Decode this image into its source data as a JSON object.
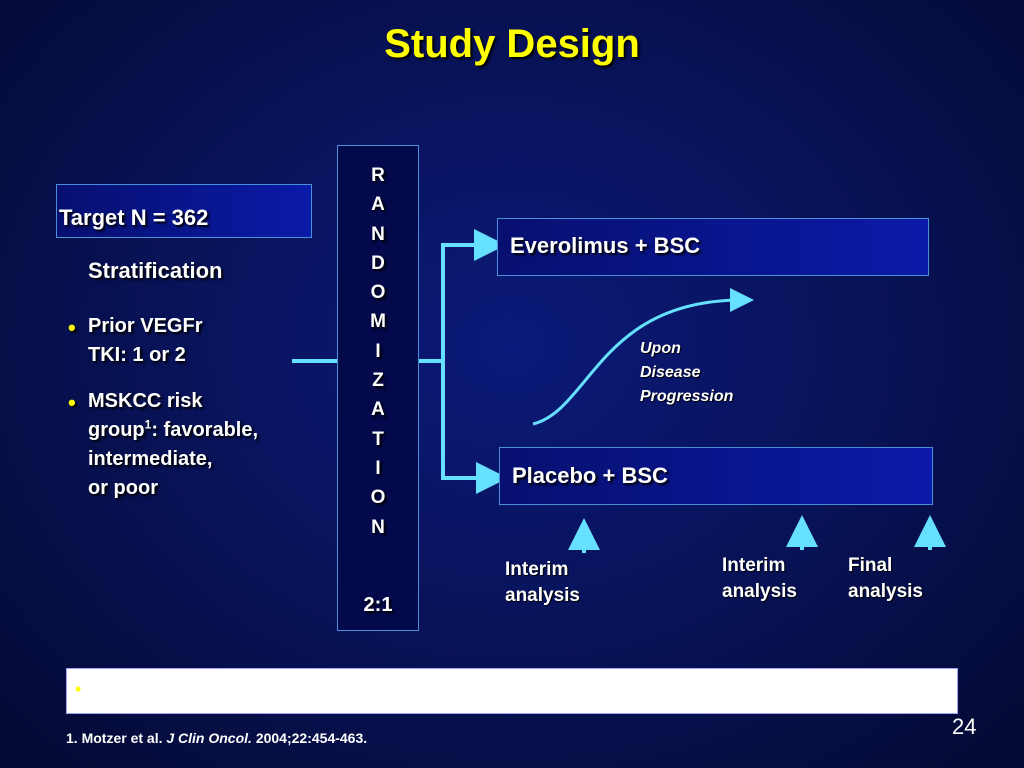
{
  "title": "Study Design",
  "target_box": "Target N = 362",
  "stratification": {
    "heading": "Stratification",
    "bullets": [
      {
        "text": "Prior VEGFr\nTKI: 1 or 2"
      },
      {
        "text_pre": "MSKCC risk\ngroup",
        "sup": "1",
        "text_post": ": favorable,\nintermediate,\nor poor"
      }
    ]
  },
  "randomization": {
    "letters": [
      "R",
      "A",
      "N",
      "D",
      "O",
      "M",
      "I",
      "Z",
      "A",
      "T",
      "I",
      "O",
      "N"
    ],
    "ratio": "2:1"
  },
  "arms": {
    "everolimus": "Everolimus + BSC",
    "placebo": "Placebo + BSC"
  },
  "crossover_label": "Upon\nDisease\nProgression",
  "analyses": [
    "Interim\nanalysis",
    "Interim\nanalysis",
    "Final\nanalysis"
  ],
  "bottom_bar_bullet": "•",
  "page_number": "24",
  "footnote": {
    "prefix": "1.  Motzer et al. ",
    "journal": "J Clin Oncol.",
    "suffix": " 2004;22:454-463."
  },
  "colors": {
    "title": "#ffff00",
    "connector": "#66e0ff",
    "box_border": "#4a8fd8"
  }
}
